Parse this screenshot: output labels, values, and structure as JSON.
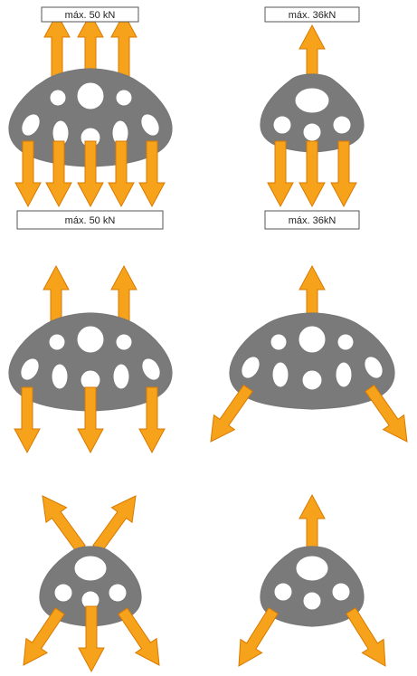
{
  "colors": {
    "plate": "#7a7a7a",
    "arrow": "#f7a21b",
    "label_border": "#555555",
    "background": "#ffffff"
  },
  "diagrams": {
    "large_plate_axial": {
      "top_label": "máx. 50 kN",
      "bottom_label": "máx. 50 kN"
    },
    "small_plate_axial": {
      "top_label": "máx. 36kN",
      "bottom_label": "máx. 36kN"
    }
  }
}
